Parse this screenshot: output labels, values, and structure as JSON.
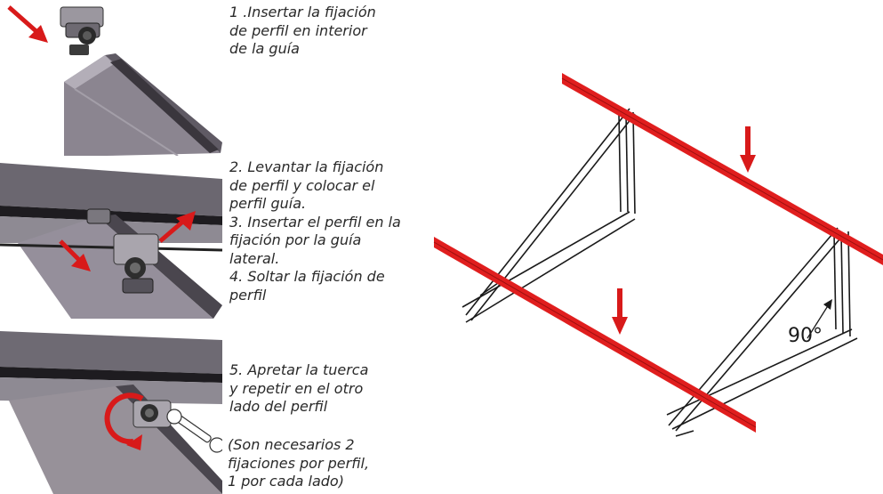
{
  "steps": {
    "step1": "1 .Insertar la fijación\nde perfil en interior\nde la guía",
    "step2_3_4": "2. Levantar la fijación\nde perfil  y colocar el\nperfil guía.\n3. Insertar el perfil en la\nfijación por la guía\nlateral.\n4. Soltar la fijación de\nperfil",
    "step5": "5. Apretar la tuerca\ny repetir en el otro\nlado del perfil",
    "note": "(Son necesarios 2\nfijaciones por perfil,\n1 por cada lado)"
  },
  "diagram": {
    "angle_label": "90°"
  },
  "colors": {
    "rail": "#e01e1e",
    "arrow": "#d81a1a",
    "steel": "#7d7882",
    "frame_line": "#1a1a1a"
  }
}
